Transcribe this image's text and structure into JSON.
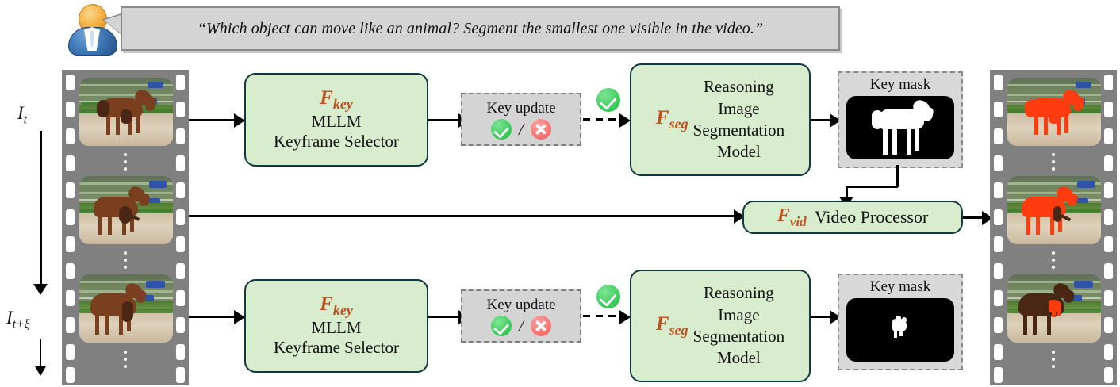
{
  "user": {
    "avatar_name": "user-avatar",
    "question": "“Which object can move like an animal? Segment the smallest one visible in the video.”"
  },
  "input_strip": {
    "name": "input-video-filmstrip",
    "frame_labels": [
      "I",
      "I"
    ],
    "time_label_start": "I",
    "time_label_start_sub": "t",
    "time_label_end": "I",
    "time_label_end_sub": "t+ξ",
    "ellipsis": "⋮"
  },
  "pipeline": {
    "top": {
      "keyframe_selector": {
        "symbol": "F",
        "symbol_sub": "key",
        "line1": "MLLM",
        "line2": "Keyframe Selector"
      },
      "key_update": {
        "label": "Key update",
        "accept_icon": "check-circle-icon",
        "reject_icon": "cross-circle-icon",
        "separator": "/",
        "decision_icon": "check-circle-icon"
      },
      "segmentation": {
        "symbol": "F",
        "symbol_sub": "seg",
        "line1": "Reasoning",
        "line2": "Image",
        "line3": "Segmentation",
        "line4": "Model"
      },
      "key_mask": {
        "caption": "Key mask"
      }
    },
    "bottom": {
      "keyframe_selector": {
        "symbol": "F",
        "symbol_sub": "key",
        "line1": "MLLM",
        "line2": "Keyframe Selector"
      },
      "key_update": {
        "label": "Key update",
        "accept_icon": "check-circle-icon",
        "reject_icon": "cross-circle-icon",
        "separator": "/",
        "decision_icon": "check-circle-icon"
      },
      "segmentation": {
        "symbol": "F",
        "symbol_sub": "seg",
        "line1": "Reasoning",
        "line2": "Image",
        "line3": "Segmentation",
        "line4": "Model"
      },
      "key_mask": {
        "caption": "Key mask"
      }
    },
    "video_processor": {
      "symbol": "F",
      "symbol_sub": "vid",
      "label": "Video Processor"
    }
  },
  "output_strip": {
    "name": "output-video-filmstrip",
    "ellipsis": "⋮"
  },
  "colors": {
    "box_fill": "#d8ecce",
    "box_border": "#123840",
    "symbol": "#c0501c",
    "panel_gray": "#d4d4d4",
    "film_gray": "#808080",
    "accept_green": "#36c956",
    "reject_red": "#f4706e",
    "mask_overlay": "#ff3b10"
  }
}
